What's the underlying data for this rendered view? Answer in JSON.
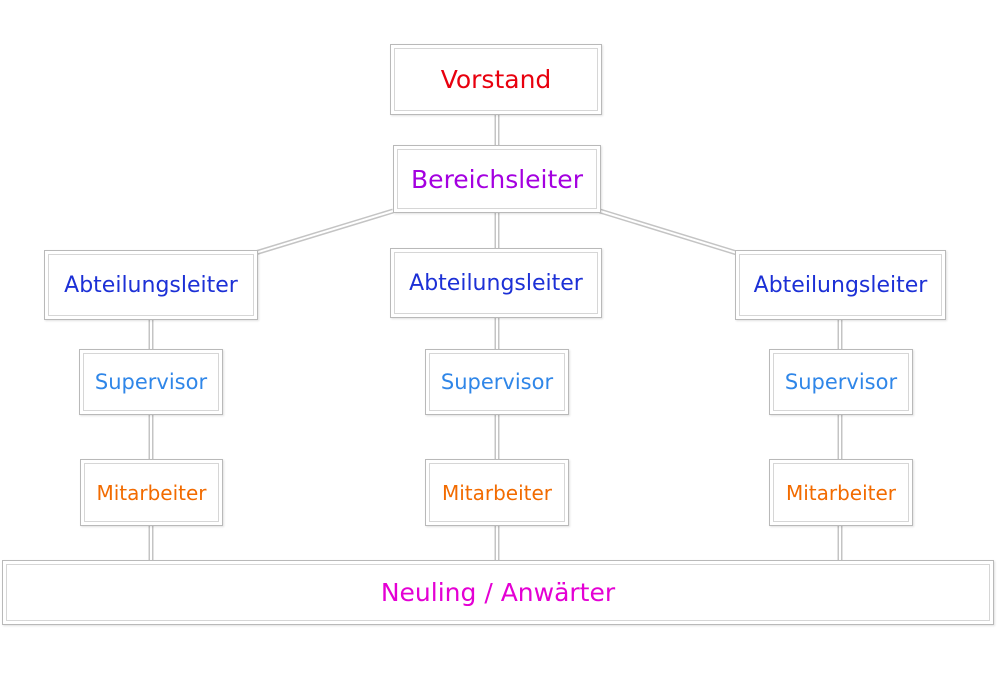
{
  "org_chart": {
    "board": "Vorstand",
    "division_head": "Bereichsleiter",
    "branches": [
      {
        "department_head": "Abteilungsleiter",
        "supervisor": "Supervisor",
        "employee": "Mitarbeiter"
      },
      {
        "department_head": "Abteilungsleiter",
        "supervisor": "Supervisor",
        "employee": "Mitarbeiter"
      },
      {
        "department_head": "Abteilungsleiter",
        "supervisor": "Supervisor",
        "employee": "Mitarbeiter"
      }
    ],
    "newcomer": "Neuling / Anwärter"
  },
  "colors": {
    "board": "#e8000e",
    "division_head": "#a400e0",
    "department_head": "#1c30d6",
    "supervisor": "#2f86e8",
    "employee": "#f26b00",
    "newcomer": "#e400d4",
    "connector": "#c4c4c4"
  }
}
